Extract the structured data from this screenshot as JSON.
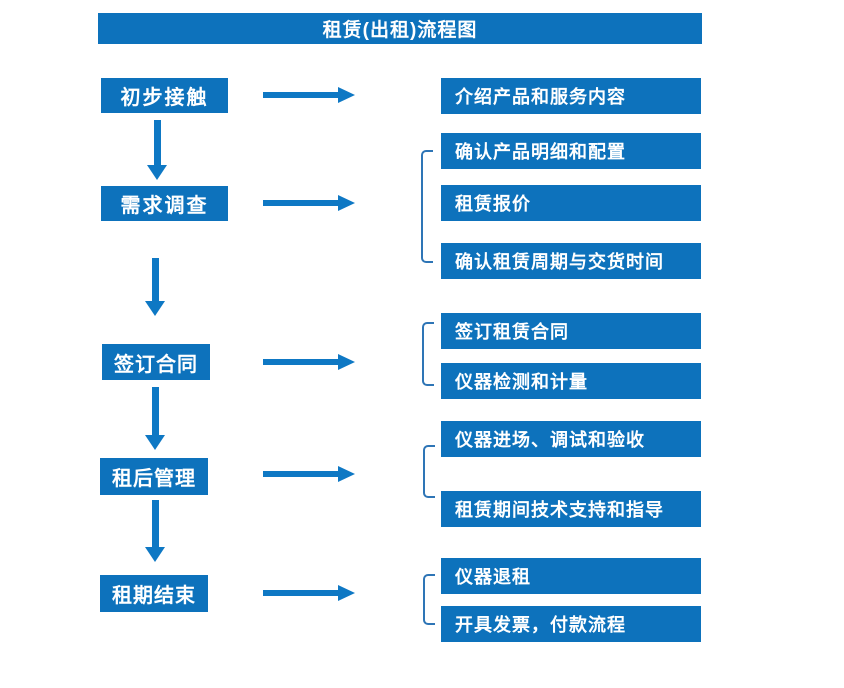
{
  "title": "租赁(出租)流程图",
  "colors": {
    "box_blue": "#0d72bc",
    "arrow_blue": "#0e78c4",
    "bracket_blue": "#2e75b6",
    "text": "#ffffff",
    "background": "#ffffff"
  },
  "left_steps": [
    {
      "label": "初步接触"
    },
    {
      "label": "需求调查"
    },
    {
      "label": "签订合同"
    },
    {
      "label": "租后管理"
    },
    {
      "label": "租期结束"
    }
  ],
  "right_items": [
    {
      "label": "介绍产品和服务内容"
    },
    {
      "label": "确认产品明细和配置"
    },
    {
      "label": "租赁报价"
    },
    {
      "label": "确认租赁周期与交货时间"
    },
    {
      "label": "签订租赁合同"
    },
    {
      "label": "仪器检测和计量"
    },
    {
      "label": "仪器进场、调试和验收"
    },
    {
      "label": "租赁期间技术支持和指导"
    },
    {
      "label": "仪器退租"
    },
    {
      "label": "开具发票，付款流程"
    }
  ]
}
